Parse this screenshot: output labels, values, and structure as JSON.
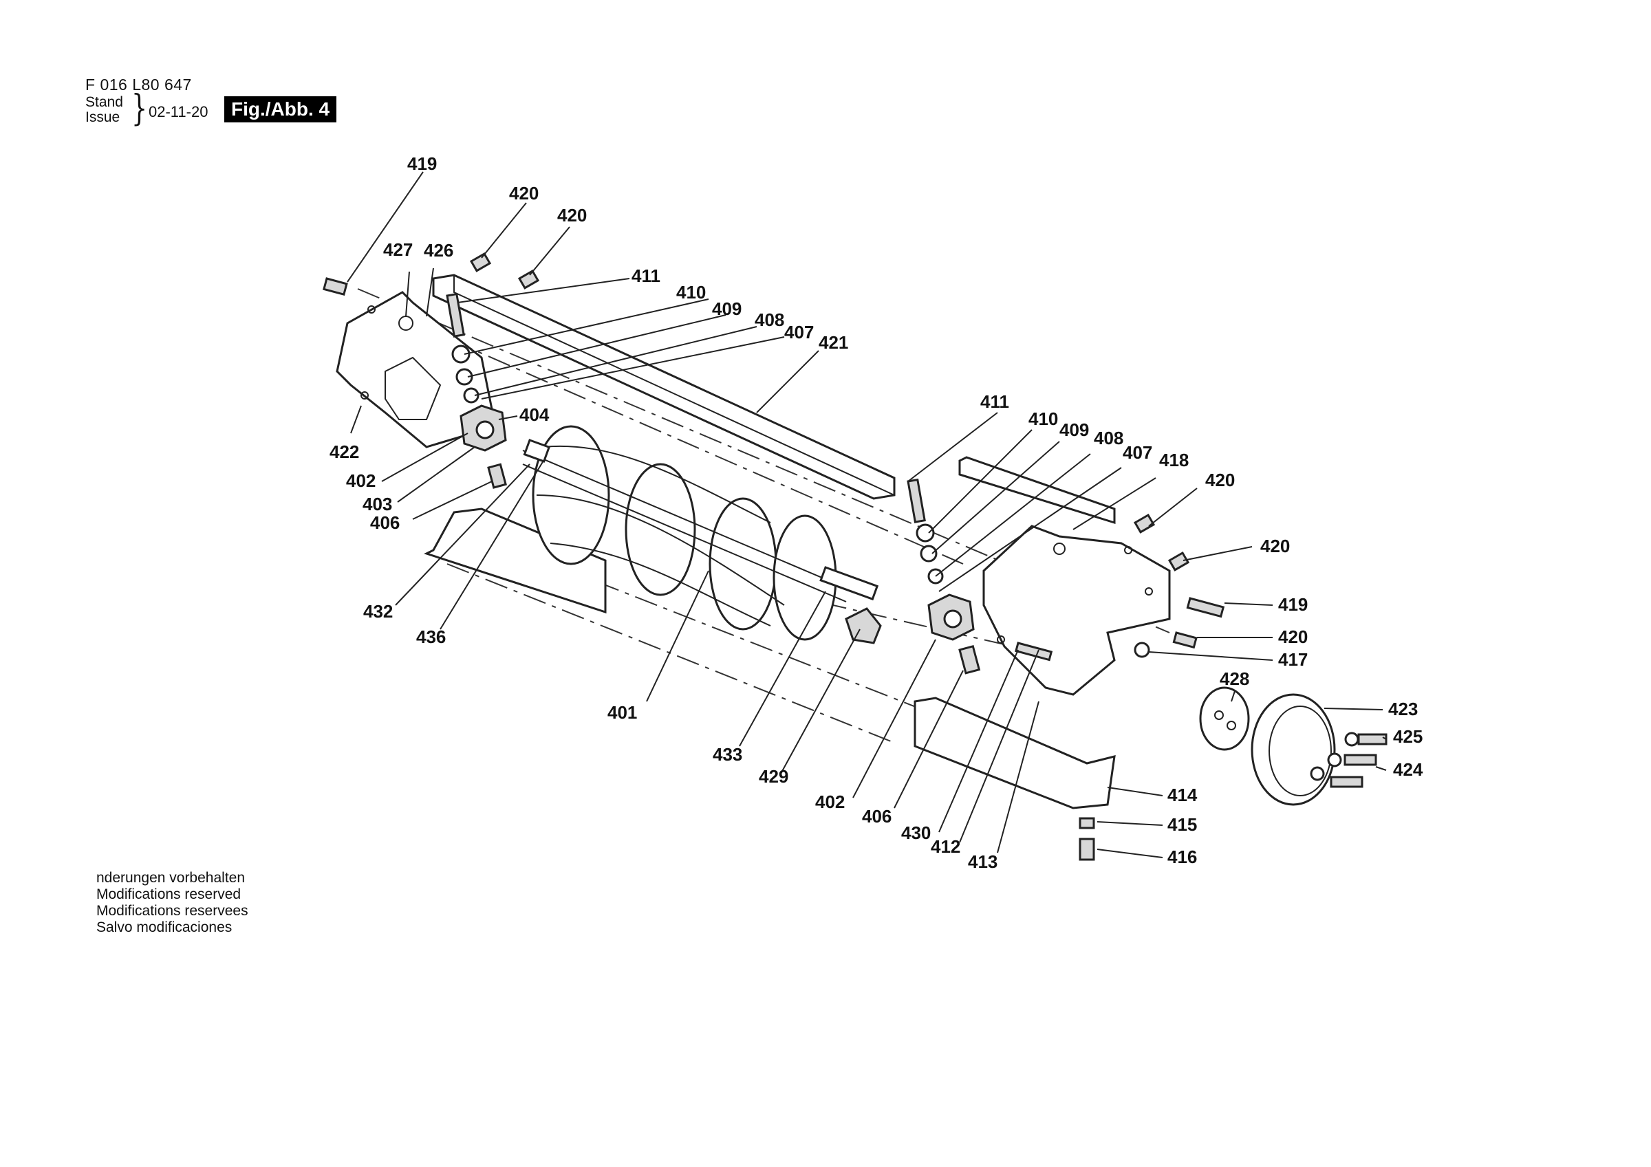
{
  "header": {
    "doc_code": "F 016 L80 647",
    "stand_label": "Stand",
    "issue_label": "Issue",
    "issue_date": "02-11-20",
    "figure_label": "Fig./Abb. 4"
  },
  "modifications_notice": [
    "nderungen vorbehalten",
    "Modifications reserved",
    "Modifications reservees",
    "Salvo modificaciones"
  ],
  "callouts": {
    "c419a": "419",
    "c420a": "420",
    "c420b": "420",
    "c427": "427",
    "c426": "426",
    "c411a": "411",
    "c410a": "410",
    "c409a": "409",
    "c408a": "408",
    "c407a": "407",
    "c421": "421",
    "c404": "404",
    "c422": "422",
    "c402a": "402",
    "c403": "403",
    "c406a": "406",
    "c432": "432",
    "c436": "436",
    "c401": "401",
    "c433": "433",
    "c429": "429",
    "c402b": "402",
    "c406b": "406",
    "c430": "430",
    "c412": "412",
    "c413": "413",
    "c411b": "411",
    "c410b": "410",
    "c409b": "409",
    "c408b": "408",
    "c407b": "407",
    "c418": "418",
    "c420c": "420",
    "c420d": "420",
    "c419b": "419",
    "c420e": "420",
    "c417": "417",
    "c428": "428",
    "c423": "423",
    "c425": "425",
    "c424": "424",
    "c414": "414",
    "c415": "415",
    "c416": "416"
  }
}
